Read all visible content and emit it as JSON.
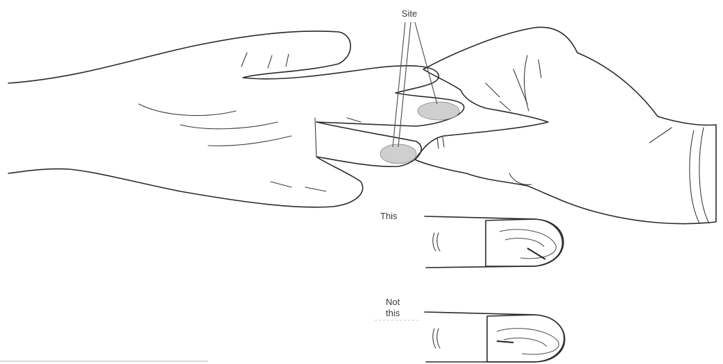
{
  "labels": {
    "site": "Site",
    "this": "This",
    "not_this_line1": "Not",
    "not_this_line2": "this"
  },
  "colors": {
    "stroke": "#2a2a2a",
    "shade": "#d9d9d9",
    "fingerprint": "#8a8a8a",
    "background": "#ffffff"
  }
}
